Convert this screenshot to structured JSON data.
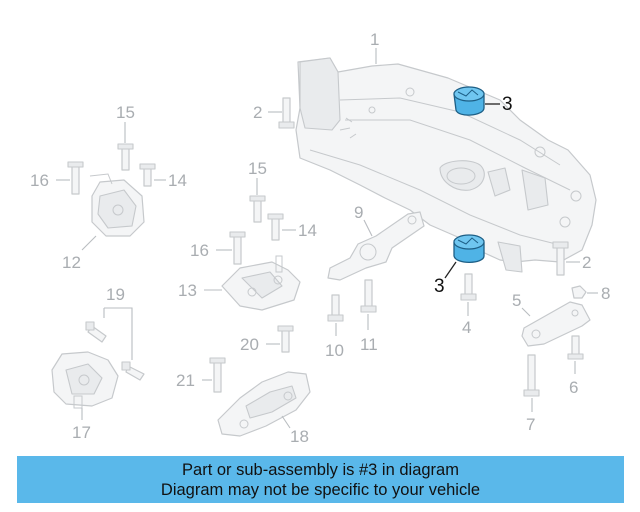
{
  "callouts": {
    "c1": "1",
    "c2a": "2",
    "c2b": "2",
    "c3a": "3",
    "c3b": "3",
    "c4": "4",
    "c5": "5",
    "c6": "6",
    "c7": "7",
    "c8": "8",
    "c9": "9",
    "c10": "10",
    "c11": "11",
    "c12": "12",
    "c13": "13",
    "c14a": "14",
    "c14b": "14",
    "c15a": "15",
    "c15b": "15",
    "c16a": "16",
    "c16b": "16",
    "c17": "17",
    "c18": "18",
    "c19": "19",
    "c20": "20",
    "c21": "21"
  },
  "highlight": {
    "part_number": "3",
    "color": "#4fb3e6"
  },
  "banner": {
    "line1": "Part or sub-assembly is #3 in diagram",
    "line2": "Diagram may not be specific to your vehicle",
    "background": "#5ab8ea"
  }
}
